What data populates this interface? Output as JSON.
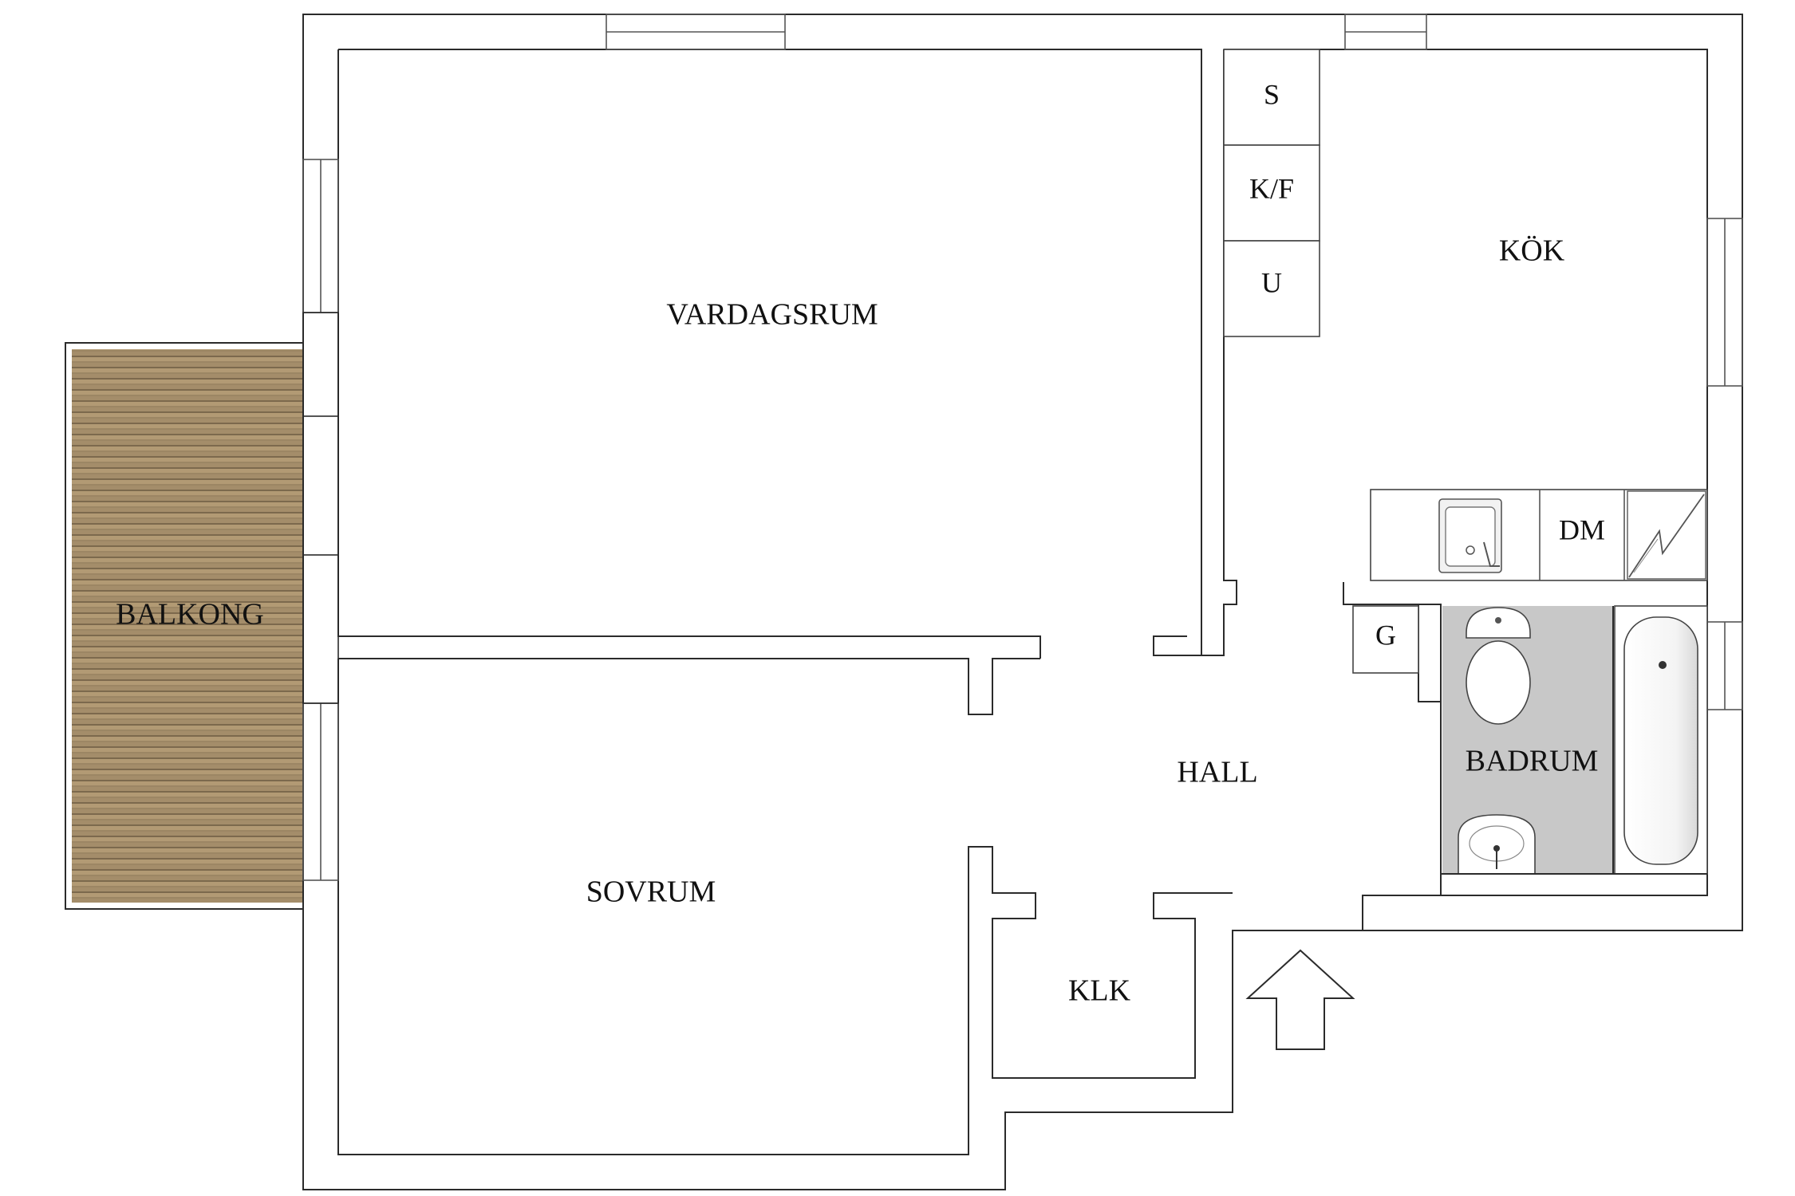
{
  "rooms": {
    "vardagsrum": "VARDAGSRUM",
    "kok": "KÖK",
    "balkong": "BALKONG",
    "sovrum": "SOVRUM",
    "hall": "HALL",
    "klk": "KLK",
    "badrum": "BADRUM"
  },
  "fixtures": {
    "s": "S",
    "kf": "K/F",
    "u": "U",
    "dm": "DM",
    "g": "G"
  },
  "colors": {
    "balcony_wood": "#a08a68",
    "balcony_stripe": "#7d6a4e",
    "bathroom_floor": "#c8c8c8",
    "wall_line": "#2b2b2b"
  },
  "icons": {
    "entrance": "entrance-arrow-icon",
    "sink": "kitchen-sink-icon",
    "stove": "stove-icon",
    "toilet": "toilet-icon",
    "washbasin": "washbasin-icon",
    "bathtub": "bathtub-icon"
  }
}
